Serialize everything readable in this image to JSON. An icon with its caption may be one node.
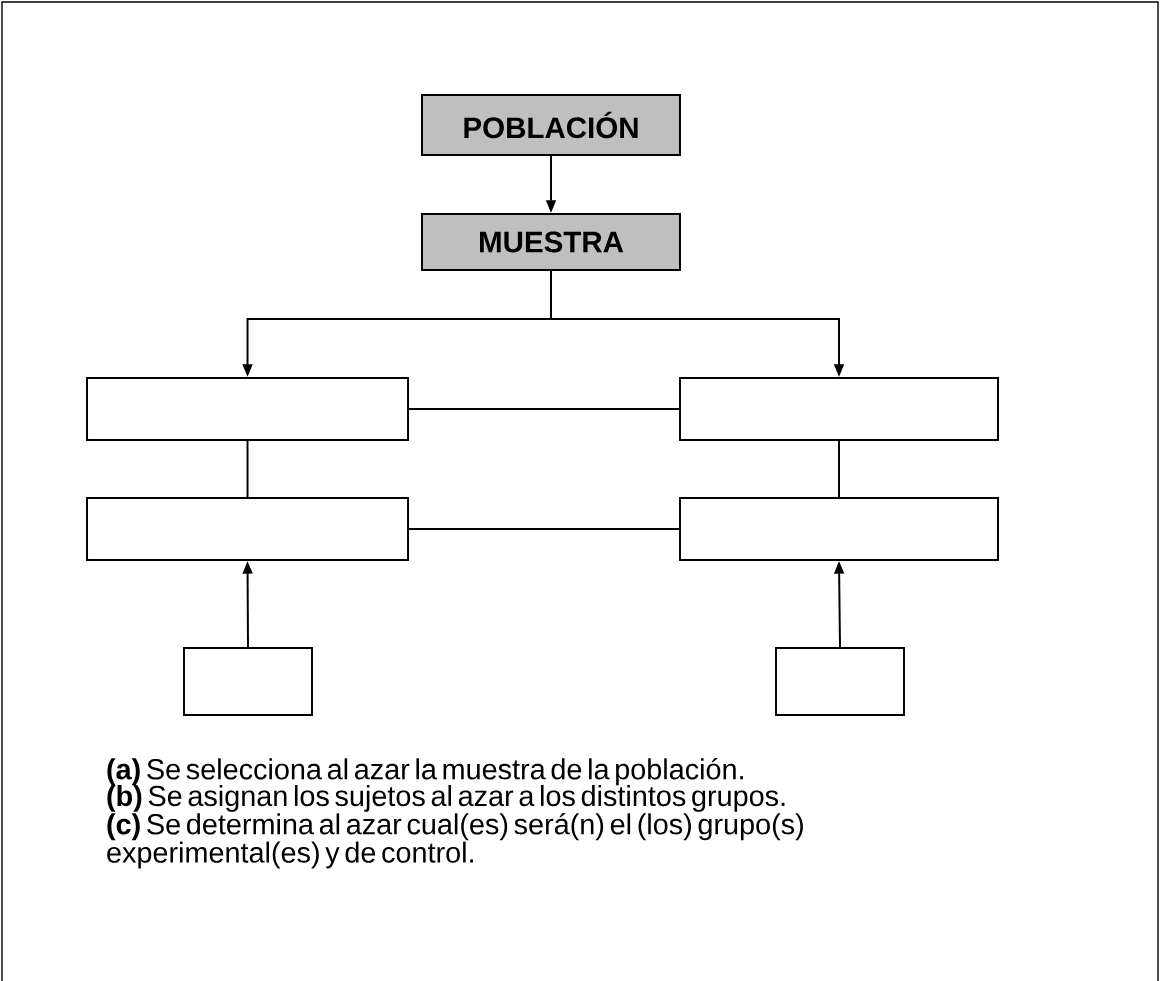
{
  "diagram": {
    "nodes": [
      {
        "text": [
          "POBLACIÓN"
        ]
      },
      {
        "text": [
          "MUESTRA"
        ]
      },
      {
        "text": [],
        "shape": "box"
      },
      {
        "text": [],
        "shape": "box"
      },
      {
        "text": [],
        "shape": "box"
      },
      {
        "text": [],
        "shape": "box"
      },
      {
        "text": [],
        "shape": "box"
      },
      {
        "text": [],
        "shape": "box"
      }
    ],
    "edges": [
      {
        "from": 0,
        "to": 1,
        "arrow": "to"
      },
      {
        "from": 1,
        "to": 2,
        "arrow": "to"
      },
      {
        "from": 1,
        "to": 3,
        "arrow": "to"
      },
      {
        "from": 2,
        "to": 3,
        "arrow": "none"
      },
      {
        "from": 2,
        "to": 4,
        "arrow": "none"
      },
      {
        "from": 3,
        "to": 5,
        "arrow": "none"
      },
      {
        "from": 4,
        "to": 5,
        "arrow": "none"
      },
      {
        "from": 6,
        "to": 4,
        "arrow": "to"
      },
      {
        "from": 7,
        "to": 5,
        "arrow": "to"
      }
    ],
    "labels": [
      "**(a)** Se selecciona al azar la muestra de la población.",
      "**(b)** Se asignan los sujetos al azar a los distintos grupos.",
      "**(c)** Se determina al azar cual(es) será(n) el (los) grupo(s) experimental(es) y de control."
    ]
  }
}
